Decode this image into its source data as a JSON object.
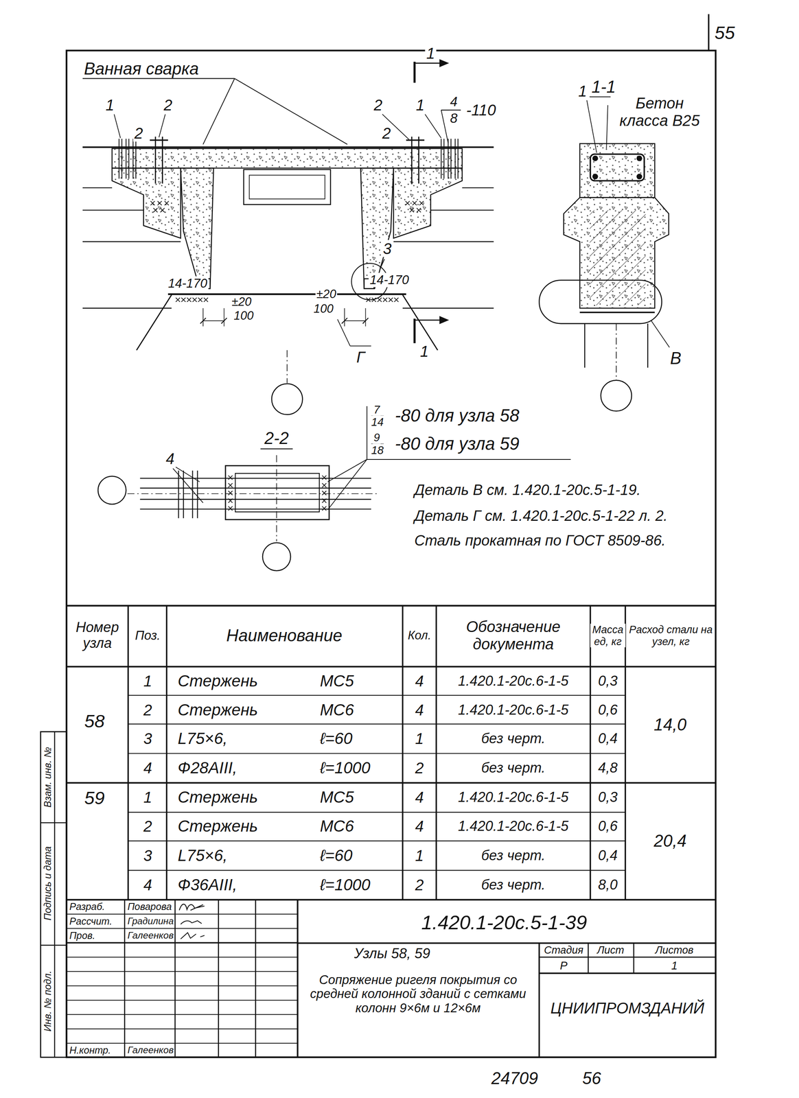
{
  "diagram": {
    "labels": [
      "55",
      "Ванная сварка",
      "1",
      "2",
      "2",
      "2",
      "1",
      "2",
      "4",
      "8",
      "-110",
      "1",
      "1",
      "1-1",
      "1",
      "Бетон класса В25",
      "3",
      "14-170",
      "±20",
      "100",
      "±20",
      "100",
      "14-170",
      "Г",
      "В",
      "7",
      "14",
      "-80 для узла 58",
      "9",
      "18",
      "-80 для узла 59",
      "2-2",
      "4",
      "Деталь В см. 1.420.1-20с.5-1-19.",
      "Деталь Г см. 1.420.1-20с.5-1-22 л. 2.",
      "Сталь прокатная по ГОСТ 8509-86.",
      "Номер узла",
      "Поз.",
      "Наименование",
      "Кол.",
      "Обозначение документа",
      "Масса ед, кг",
      "Расход стали на узел, кг",
      "58",
      "1",
      "Стержень",
      "МС5",
      "4",
      "1.420.1-20с.6-1-5",
      "0,3",
      "2",
      "Стержень",
      "МС6",
      "4",
      "1.420.1-20с.6-1-5",
      "0,6",
      "3",
      "L75×6,",
      "ℓ=60",
      "1",
      "без черт.",
      "0,4",
      "4",
      "Ф28АIII,",
      "ℓ=1000",
      "2",
      "без черт.",
      "4,8",
      "14,0",
      "59",
      "1",
      "Стержень",
      "МС5",
      "4",
      "1.420.1-20с.6-1-5",
      "0,3",
      "2",
      "Стержень",
      "МС6",
      "4",
      "1.420.1-20с.6-1-5",
      "0,6",
      "3",
      "L75×6,",
      "ℓ=60",
      "1",
      "без черт.",
      "0,4",
      "4",
      "Ф36АIII,",
      "ℓ=1000",
      "2",
      "без черт.",
      "8,0",
      "20,4",
      "Разраб.",
      "Поварова",
      "Рассчит.",
      "Градилина",
      "Пров.",
      "Галеенков",
      "Н.контр.",
      "Галеенков",
      "1.420.1-20с.5-1-39",
      "Узлы 58, 59",
      "Сопряжение ригеля покрытия со средней колонной зданий с сетками колонн 9×6м и 12×6м",
      "Стадия",
      "Лист",
      "Листов",
      "Р",
      "1",
      "ЦНИИПРОМЗДАНИЙ",
      "Инв. № подл.",
      "Подпись и дата",
      "Взам. инв. №",
      "24709",
      "56"
    ]
  }
}
